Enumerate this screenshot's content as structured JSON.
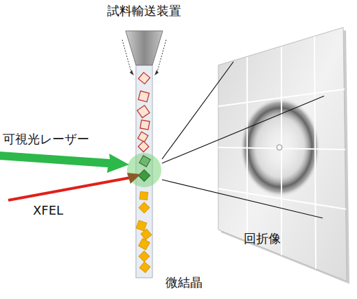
{
  "diagram": {
    "labels": [
      "試料輸送装置",
      "可視光レーザー",
      "XFEL",
      "回折像",
      "微結晶"
    ]
  }
}
